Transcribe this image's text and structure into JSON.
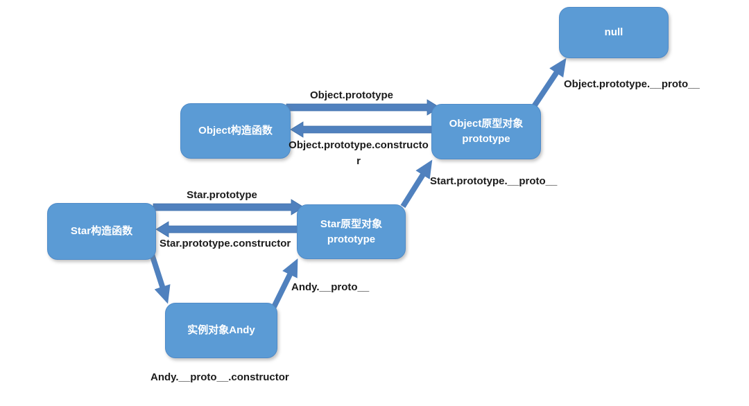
{
  "diagram": {
    "description": "JavaScript prototype chain diagram",
    "colors": {
      "node_fill": "#5B9BD5",
      "node_border": "#4E8AC8",
      "node_text": "#FFFFFF",
      "arrow_fill": "#5081BE",
      "arrow_outline": "#3F6FA8",
      "edge_label_color": "#1B1B1B",
      "background": "#FFFFFF"
    },
    "nodes": {
      "null_obj": {
        "label": "null"
      },
      "object_constructor": {
        "label": "Object构造函数"
      },
      "object_prototype": {
        "label": "Object原型对象\nprototype"
      },
      "star_constructor": {
        "label": "Star构造函数"
      },
      "star_prototype": {
        "label": "Star原型对象\nprototype"
      },
      "instance_andy": {
        "label": "实例对象Andy"
      }
    },
    "edge_labels": {
      "object_prototype": "Object.prototype",
      "object_prototype_constructor": "Object.prototype.constructor",
      "object_prototype_proto": "Object.prototype.__proto__",
      "start_prototype_proto": "Start.prototype.__proto__",
      "star_prototype": "Star.prototype",
      "star_prototype_constructor": "Star.prototype.constructor",
      "andy_proto": "Andy.__proto__",
      "andy_proto_constructor": "Andy.__proto__.constructor"
    }
  }
}
